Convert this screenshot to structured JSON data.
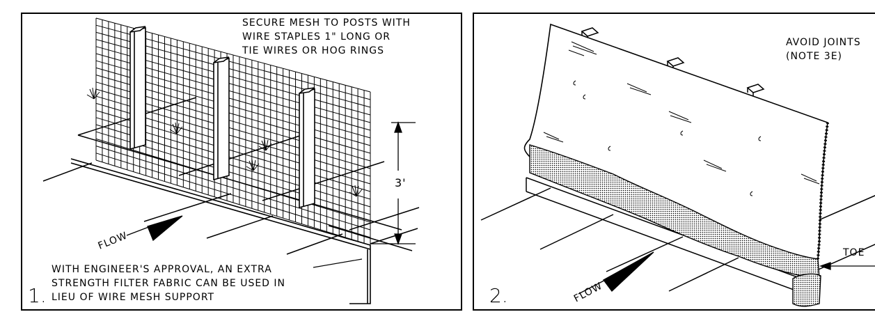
{
  "panel1": {
    "number": "1.",
    "note_top": [
      "SECURE MESH TO POSTS WITH",
      "WIRE STAPLES 1\" LONG OR",
      "TIE WIRES OR HOG RINGS"
    ],
    "note_bottom": [
      "WITH ENGINEER'S APPROVAL, AN EXTRA",
      "STRENGTH FILTER FABRIC CAN BE USED IN",
      "LIEU OF WIRE MESH SUPPORT"
    ],
    "height_label": "3'",
    "flow_label": "FLOW"
  },
  "panel2": {
    "number": "2.",
    "note_top": [
      "AVOID JOINTS",
      "(NOTE 3E)"
    ],
    "toe_label": "TOE",
    "flow_label": "FLOW"
  }
}
